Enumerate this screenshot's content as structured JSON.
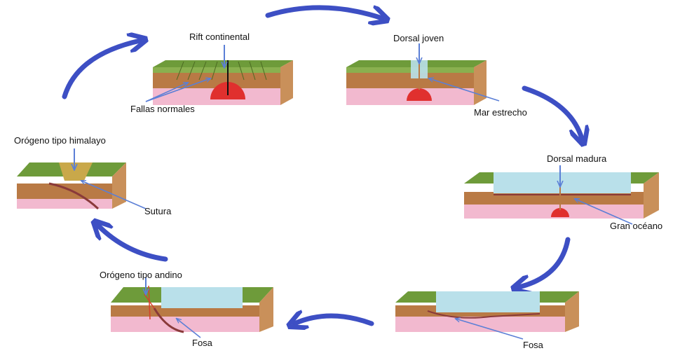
{
  "stages": [
    {
      "id": "rift",
      "title": "Rift continental",
      "labels": [
        "Fallas normales"
      ]
    },
    {
      "id": "young-ridge",
      "title": "Dorsal joven",
      "labels": [
        "Mar estrecho"
      ]
    },
    {
      "id": "mature-ridge",
      "title": "Dorsal madura",
      "labels": [
        "Gran océano"
      ]
    },
    {
      "id": "trench-ocean",
      "title": "",
      "labels": [
        "Fosa"
      ]
    },
    {
      "id": "andean",
      "title": "Orógeno tipo andino",
      "labels": [
        "Fosa"
      ]
    },
    {
      "id": "himalayan",
      "title": "Orógeno tipo himalayo",
      "labels": [
        "Sutura"
      ]
    }
  ],
  "colors": {
    "cycle_arrow": "#3d4fc4",
    "pointer_arrow": "#5b7fd6",
    "forest": "#6e9b3a",
    "crust": "#b97a45",
    "mantle": "#f2b9cf",
    "water": "#b9e0ea",
    "magma": "#e0302e"
  }
}
